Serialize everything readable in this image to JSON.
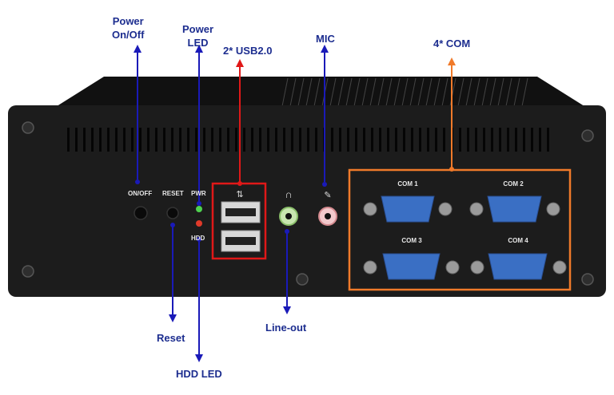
{
  "callouts": {
    "power_onoff": "Power\nOn/Off",
    "power_led": "Power\nLED",
    "usb": "2* USB2.0",
    "mic": "MIC",
    "com": "4* COM",
    "reset": "Reset",
    "hdd_led": "HDD LED",
    "line_out": "Line-out"
  },
  "panel": {
    "onoff": "ON/OFF",
    "reset": "RESET",
    "pwr": "PWR",
    "hdd": "HDD",
    "com1": "COM 1",
    "com2": "COM 2",
    "com3": "COM 3",
    "com4": "COM 4"
  },
  "colors": {
    "chassis": "#1c1c1c",
    "arrow_blue": "#1a1ab8",
    "usb_box": "#e01818",
    "com_box": "#f07a2a",
    "com_port": "#3a6fc4"
  }
}
